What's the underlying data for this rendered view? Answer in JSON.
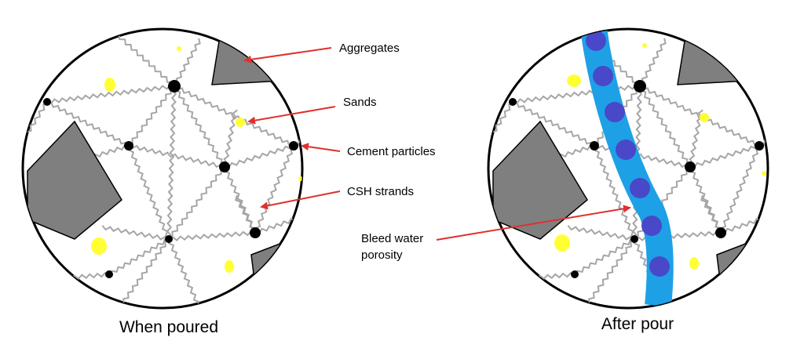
{
  "panels": [
    {
      "id": "left",
      "caption": "When poured"
    },
    {
      "id": "right",
      "caption": "After pour"
    }
  ],
  "labels": {
    "aggregates": "Aggregates",
    "sands": "Sands",
    "cement_particles": "Cement particles",
    "csh_strands": "CSH strands",
    "bleed_water_line1": "Bleed water",
    "bleed_water_line2": "porosity"
  },
  "colors": {
    "aggregate": "#7f7f7f",
    "sand": "#ffff33",
    "cement": "#000000",
    "strand": "#a6a6a6",
    "arrow": "#e03030",
    "bleed_channel": "#1ea0e6",
    "bleed_pore": "#4848c8"
  }
}
